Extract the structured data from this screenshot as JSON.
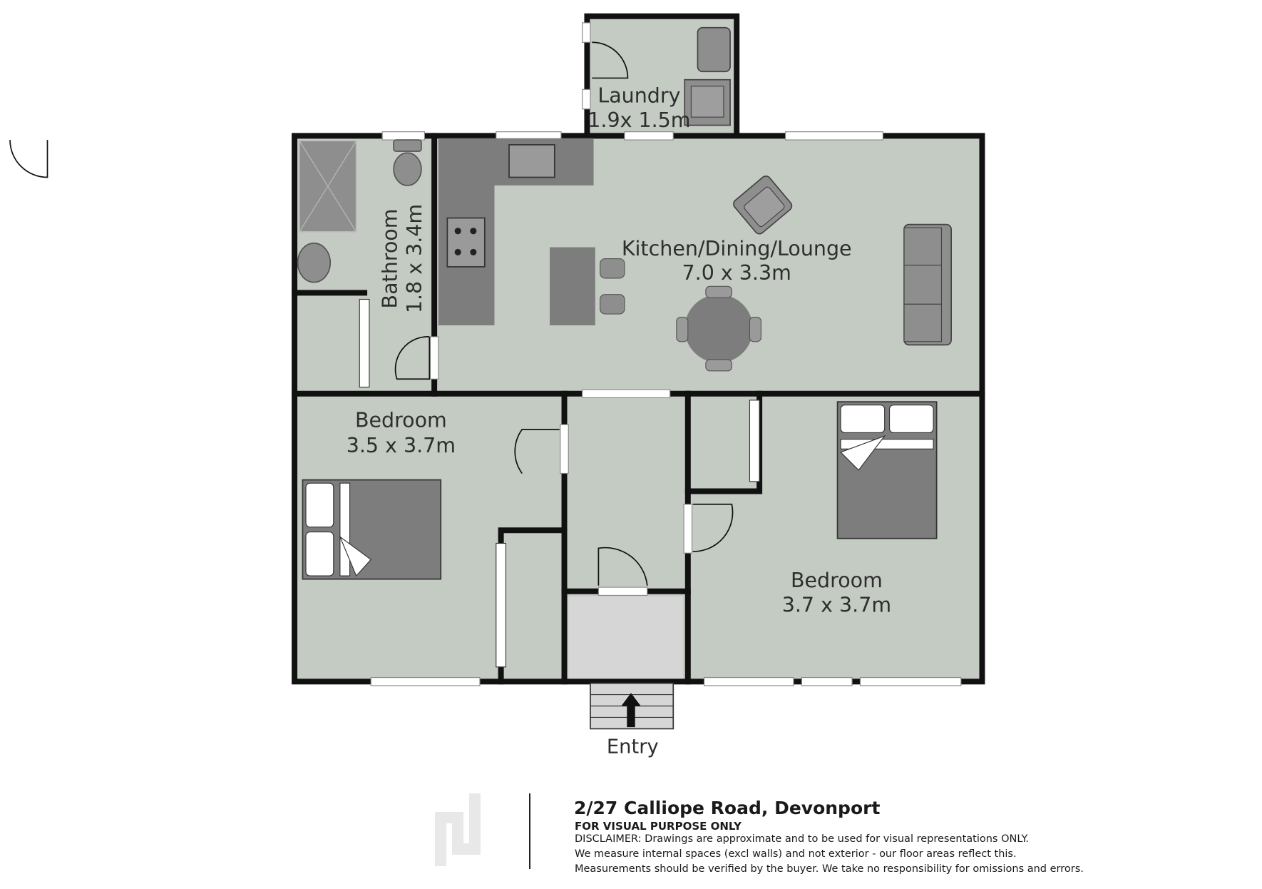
{
  "rooms": {
    "laundry": {
      "name": "Laundry",
      "size": "1.9x 1.5m"
    },
    "bathroom": {
      "name": "Bathroom",
      "size": "1.8 x 3.4m"
    },
    "kitchen": {
      "name": "Kitchen/Dining/Lounge",
      "size": "7.0 x 3.3m"
    },
    "bedroom1": {
      "name": "Bedroom",
      "size": "3.5 x 3.7m"
    },
    "bedroom2": {
      "name": "Bedroom",
      "size": "3.7 x 3.7m"
    }
  },
  "entry": {
    "label": "Entry"
  },
  "footer": {
    "address": "2/27 Calliope Road, Devonport",
    "subtitle": "FOR VISUAL PURPOSE ONLY",
    "disclaimer_lines": [
      "DISCLAIMER:  Drawings are approximate and to be used for visual representations ONLY.",
      "We measure internal spaces (excl walls) and not exterior - our floor areas reflect this.",
      "Measurements should be verified by the buyer. We take no responsibility for omissions and errors."
    ]
  },
  "colors": {
    "floor": "#c4cbc3",
    "wall": "#111111",
    "fixture": "#8e8e8e",
    "fixture_dark": "#6f6f6f",
    "porch": "#d6d6d6"
  }
}
